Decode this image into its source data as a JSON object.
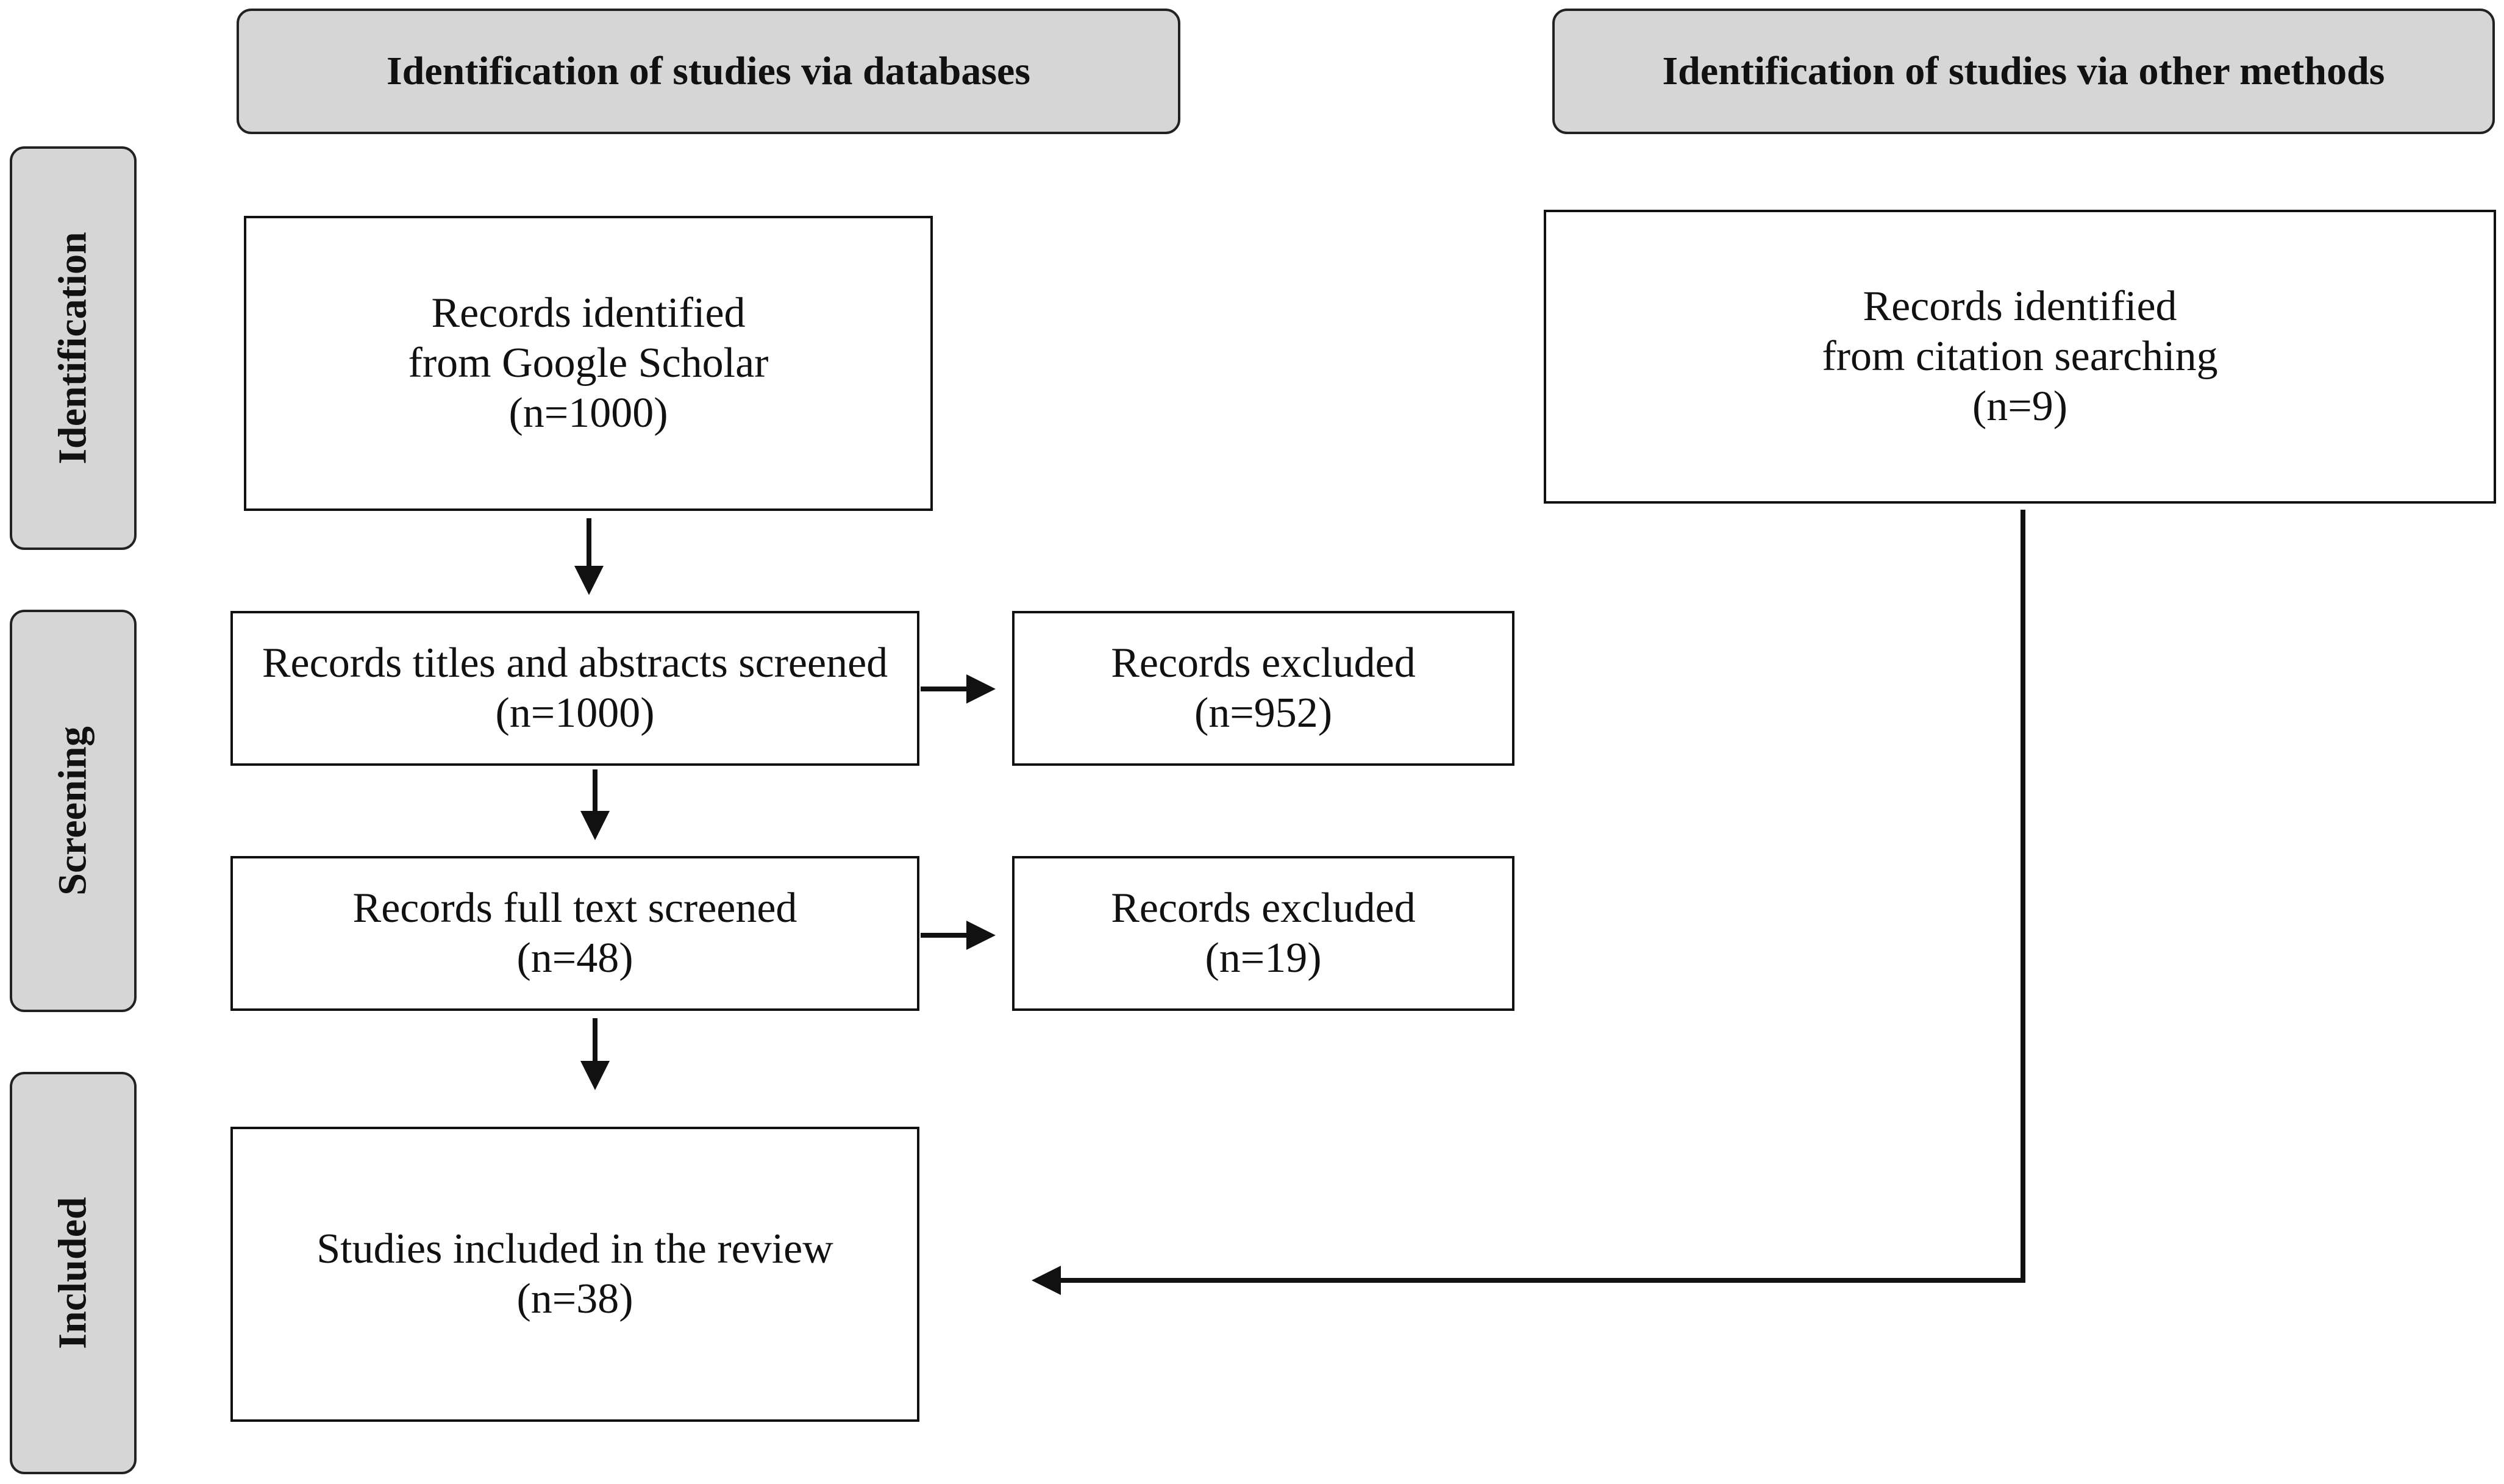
{
  "headers": {
    "databases": "Identification of studies via databases",
    "other_methods": "Identification of studies via other methods"
  },
  "phases": {
    "identification": "Identification",
    "screening": "Screening",
    "included": "Included"
  },
  "boxes": {
    "google_scholar": {
      "line1": "Records identified",
      "line2": "from Google Scholar",
      "count": "(n=1000)"
    },
    "citation_searching": {
      "line1": "Records identified",
      "line2": "from citation searching",
      "count": "(n=9)"
    },
    "titles_abstracts": {
      "line1": "Records titles and abstracts screened",
      "count": "(n=1000)"
    },
    "excluded_1": {
      "line1": "Records excluded",
      "count": "(n=952)"
    },
    "full_text": {
      "line1": "Records full text screened",
      "count": "(n=48)"
    },
    "excluded_2": {
      "line1": "Records excluded",
      "count": "(n=19)"
    },
    "included_studies": {
      "line1": "Studies included in the review",
      "count": "(n=38)"
    }
  }
}
